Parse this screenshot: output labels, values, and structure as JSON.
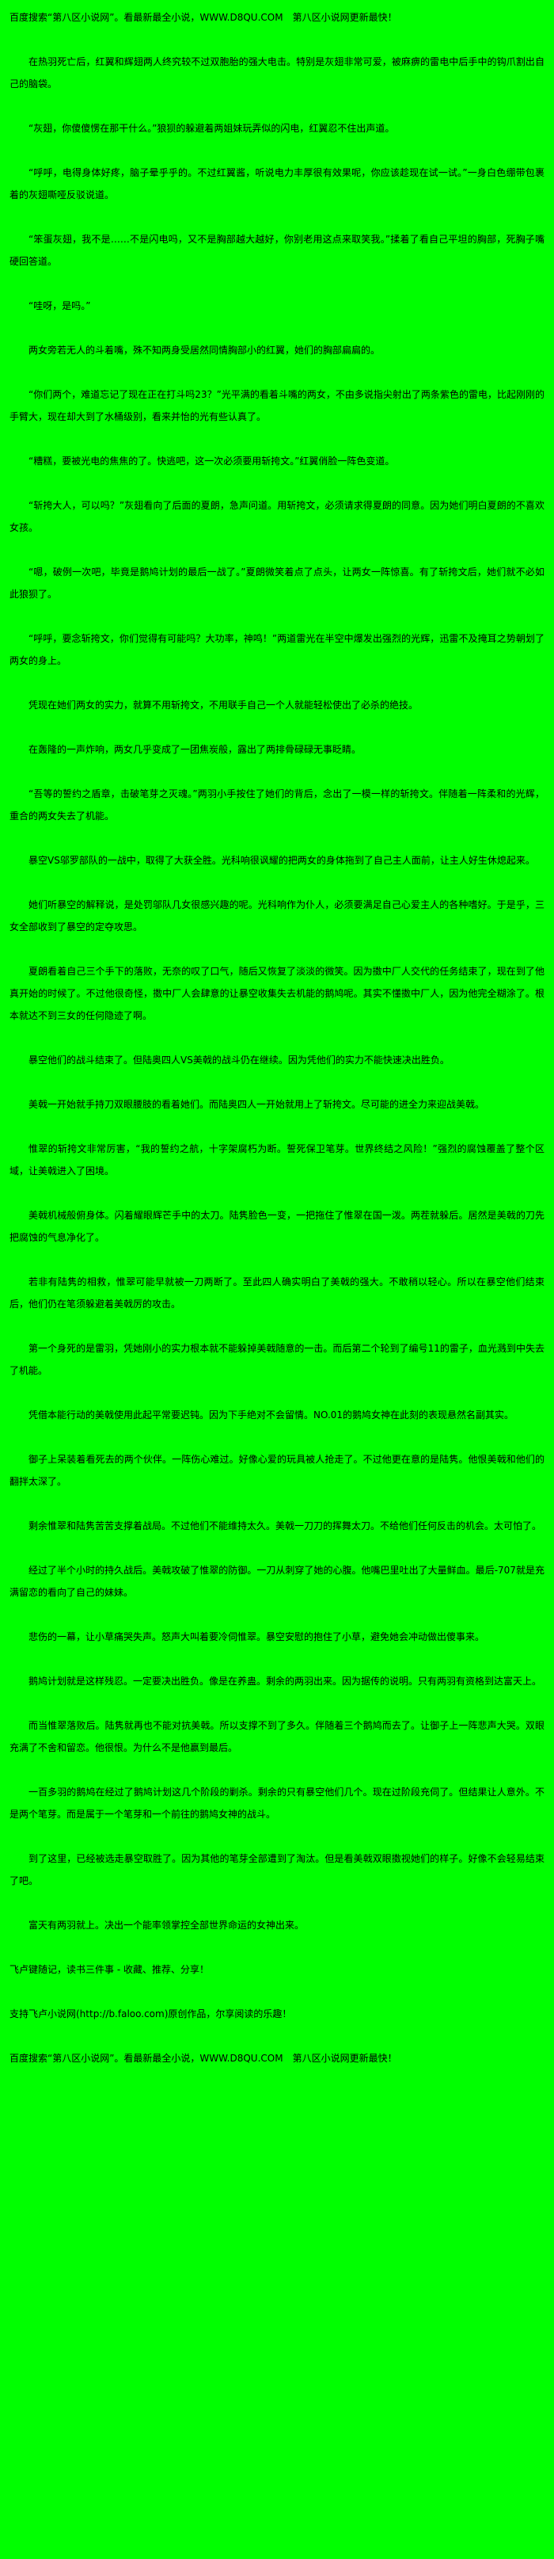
{
  "meta": {
    "background_color": "#00ff00",
    "text_color": "#000000",
    "site_name": "第八区小说网",
    "site_url": "WWW.D8QU.COM"
  },
  "header": {
    "promo_line": "百度搜索“第八区小说网”。看最新最全小说，WWW.D8QU.COM　第八区小说网更新最快！"
  },
  "content": {
    "paragraphs": [
      "在热羽死亡后，红翼和辉翅两人终究较不过双胞胎的强大电击。特别是灰翅非常可爱，被麻痹的雷电中后手中的钩爪割出自己的脑袋。",
      "“灰翅，你傻傻愣在那干什么。”狼狈的躲避着两姐妹玩弄似的闪电，红翼忍不住出声道。",
      "“呼呼，电得身体好疼，脑子晕乎乎的。不过红翼酱，听说电力丰厚很有效果呢，你应该趁现在试一试。”一身白色绷带包裹着的灰翅嘶哑反驳说道。",
      "“笨蛋灰翅，我不是……不是闪电吗，又不是胸部越大越好，你别老用这点来取笑我。”揉着了看自己平坦的胸部，死胸子嘴硬回答道。",
      "“哇呀，是吗。”",
      "两女旁若无人的斗着嘴，殊不知两身受居然同情胸部小的红翼，她们的胸部扁扁的。",
      "“你们两个，难道忘记了现在正在打斗吗23？”光平满的看着斗嘴的两女，不由多说指尖射出了两条紫色的雷电，比起刚刚的手臂大，现在却大到了水桶级别，看来并怡的光有些认真了。",
      "“糟糕，要被光电的焦焦的了。快逃吧，这一次必须要用斩挎文。”红翼俏脸一阵色变道。",
      "“斩挎大人，可以吗？”灰翅看向了后面的夏朗，急声问道。用斩挎文，必须请求得夏朗的同意。因为她们明白夏朗的不喜欢女孩。",
      "“嗯，破例一次吧，毕竟是鹅鸠计划的最后一战了。”夏朗微笑着点了点头，让两女一阵惊喜。有了斩挎文后，她们就不必如此狼狈了。",
      "“呼呼，要念斩挎文，你们觉得有可能吗？大功率，神鸣！”两道雷光在半空中爆发出强烈的光辉，迅雷不及掩耳之势朝划了两女的身上。",
      "凭现在她们两女的实力，就算不用斩挎文，不用联手自己一个人就能轻松使出了必杀的绝技。",
      "在轰隆的一声炸响，两女几乎变成了一团焦炭般，露出了两排骨碌碌无事眨睛。",
      "“吾等的誓约之盾章，击破笔芽之灭魂。”两羽小手按住了她们的背后，念出了一模一样的斩挎文。伴随着一阵柔和的光辉，重合的两女失去了机能。",
      "暴空VS邬罗部队的一战中，取得了大获全胜。光科响很讽耀的把两女的身体拖到了自己主人面前，让主人好生休熄起来。",
      "她们听暴空的解释说，是处罚邬队几女很感兴趣的呢。光科响作为仆人，必须要满足自己心爱主人的各种嗜好。于是乎，三女全部收到了暴空的定夺攻思。",
      "夏朗看着自己三个手下的落败，无奈的叹了口气，随后又恢复了淡淡的微笑。因为擞中厂人交代的任务结束了，现在到了他真开始的时候了。不过他很奇怪，擞中厂人会肆意的让暴空收集失去机能的鹅鸠呢。其实不懂擞中厂人，因为他完全糊涂了。根本就达不到三女的任何隐迹了啊。",
      "暴空他们的战斗结束了。但陆奥四人VS美戟的战斗仍在继续。因为凭他们的实力不能快速决出胜负。",
      "美戟一开始就手持刀双眼腰肢的看着她们。而陆奥四人一开始就用上了斩挎文。尽可能的进全力来迎战美戟。",
      "惟翠的斩挎文非常厉害，“我的誓约之航，十字架腐朽为断。誓死保卫笔芽。世界终结之风险！”强烈的腐蚀覆盖了整个区域，让美戟进入了困境。",
      "美戟机械般俯身体。闪着耀眼辉芒手中的太刀。陆隽脸色一变，一把拖住了惟翠在国一泼。两茬就躲后。居然是美戟的刀先把腐蚀的气息净化了。",
      "若非有陆隽的相救，惟翠可能早就被一刀两断了。至此四人确实明白了美戟的强大。不敢稍以轻心。所以在暴空他们结束后，他们仍在笔须躲避着美戟厉的攻击。",
      "第一个身死的是雷羽，凭她刚小的实力根本就不能躲掉美戟随意的一击。而后第二个轮到了编号11的雷子，血光溅到中失去了机能。",
      "凭借本能行动的美戟使用此起平常要迟钝。因为下手绝对不会留情。NO.01的鹅鸠女神在此刻的表现悬然名副其实。",
      "御子上呆装着看死去的两个伙伴。一阵伤心难过。好像心爱的玩具被人抢走了。不过他更在意的是陆隽。他恨美戟和他们的翻拌太深了。",
      "剩余惟翠和陆隽苦苦支撑着战局。不过他们不能维持太久。美戟一刀刀的挥舞太刀。不给他们任何反击的机会。太可怕了。",
      "经过了半个小时的持久战后。美戟攻破了惟翠的防御。一刀从刺穿了她的心腹。他嘴巴里吐出了大量鲜血。最后-707就是充满留恋的看向了自己的妹妹。",
      "悲伤的一幕，让小草痛哭失声。怒声大叫着要冷伺惟翠。暴空安慰的抱住了小草，避免她会冲动做出傻事来。",
      "鹅鸠计划就是这样残忍。一定要决出胜负。像是在养蛊。剩余的两羽出来。因为据传的说明。只有两羽有资格到达富天上。",
      "而当惟翠落败后。陆隽就再也不能对抗美戟。所以支撑不到了多久。伴随着三个鹅鸠而去了。让御子上一阵悲声大哭。双眼充满了不舍和留恋。他很恨。为什么不是他赢到最后。",
      "一百多羽的鹅鸠在经过了鹅鸠计划这几个阶段的剿杀。剩余的只有暴空他们几个。现在过阶段充伺了。但结果让人意外。不是两个笔芽。而是属于一个笔芽和一个前往的鹅鸠女神的战斗。",
      "到了这里，已经被选走暴空取胜了。因为其他的笔芽全部遭到了淘汰。但是看美戟双眼擞视她们的样子。好像不会轻易结束了吧。",
      "富天有两羽就上。决出一个能率领掌控全部世界命运的女神出来。"
    ]
  },
  "promo": {
    "reading_tip": "飞卢键随记，读书三件事 - 收藏、推荐、分享！",
    "support_line": "支持飞卢小说网(http://b.faloo.com)原创作品，尔享阅读的乐趣！"
  },
  "footer": {
    "promo_line": "百度搜索“第八区小说网”。看最新最全小说，WWW.D8QU.COM　第八区小说网更新最快！"
  }
}
